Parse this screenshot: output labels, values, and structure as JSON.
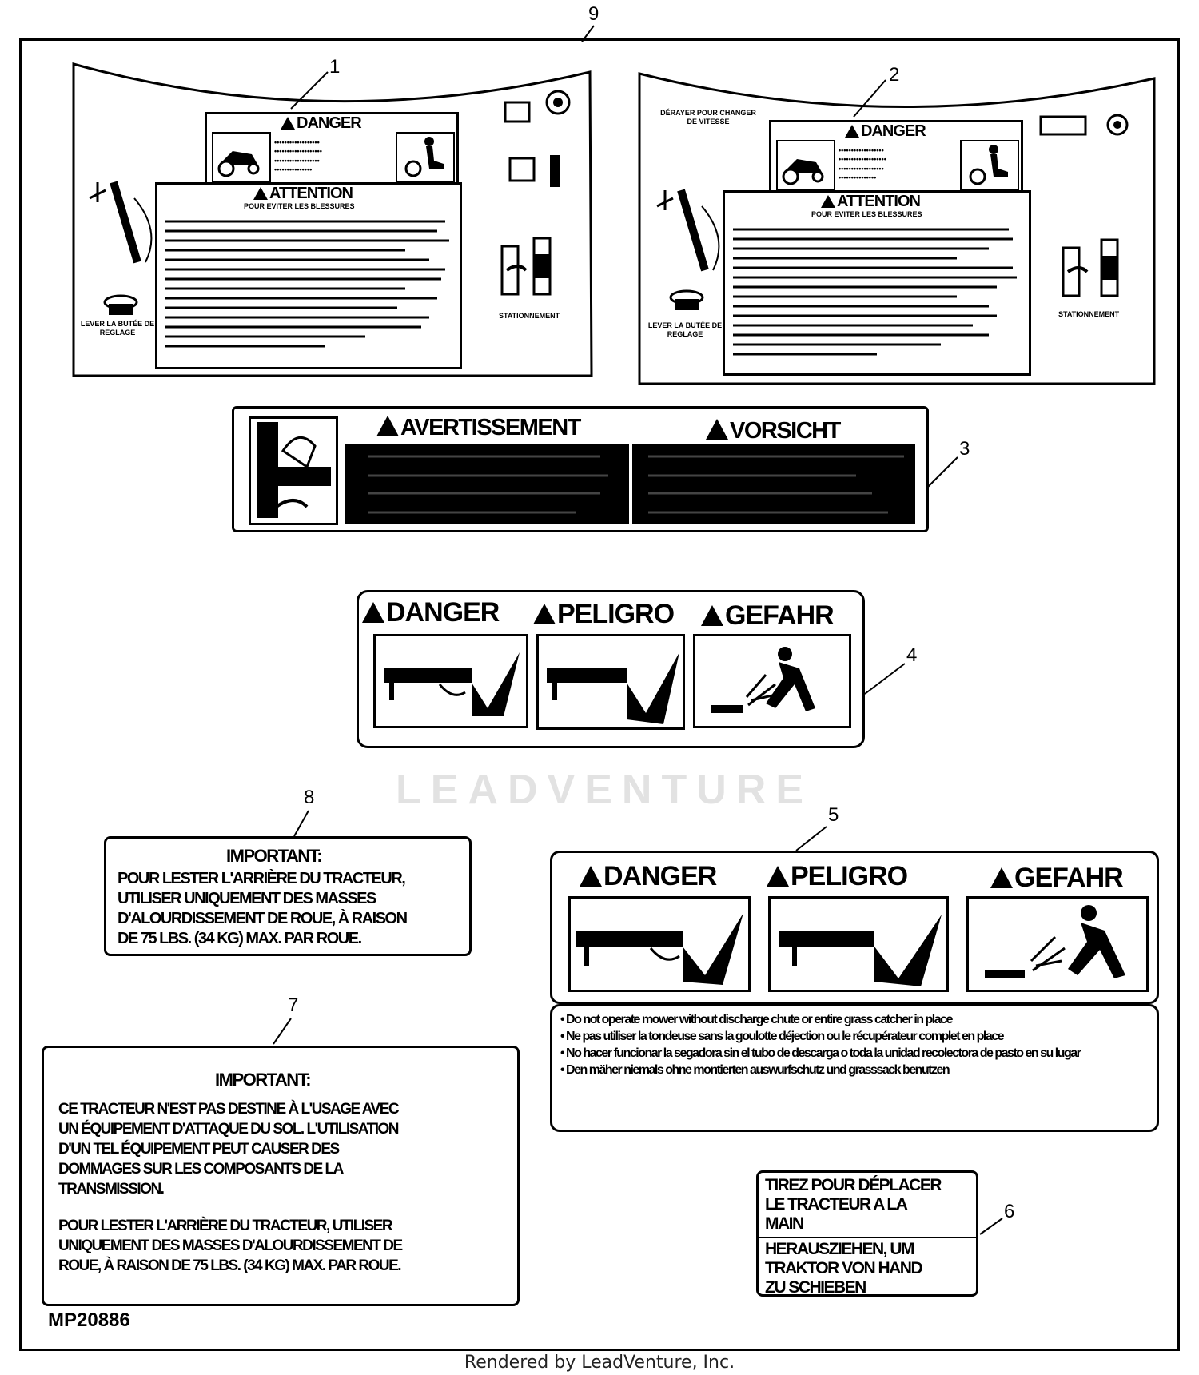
{
  "callouts": [
    "1",
    "2",
    "3",
    "4",
    "5",
    "6",
    "7",
    "8",
    "9"
  ],
  "decal_1": {
    "danger_title": "DANGER",
    "attention_title": "ATTENTION",
    "attention_sub": "POUR EVITER LES BLESSURES",
    "left_caption": "LEVER LA BUTÉE DE REGLAGE",
    "right_caption": "STATIONNEMENT"
  },
  "decal_2": {
    "top_caption": "DÉRAYER POUR CHANGER DE VITESSE",
    "danger_title": "DANGER",
    "attention_title": "ATTENTION",
    "attention_sub": "POUR EVITER LES BLESSURES",
    "left_caption": "LEVER LA BUTÉE DE REGLAGE",
    "right_caption": "STATIONNEMENT"
  },
  "decal_3": {
    "title_left": "AVERTISSEMENT",
    "title_right": "VORSICHT"
  },
  "decal_4": {
    "words": [
      "DANGER",
      "PELIGRO",
      "GEFAHR"
    ]
  },
  "decal_5": {
    "words": [
      "DANGER",
      "PELIGRO",
      "GEFAHR"
    ],
    "lines": [
      "Do not operate mower without discharge chute or entire grass catcher in place",
      "Ne pas utiliser la tondeuse sans la goulotte déjection ou le récupérateur complet en place",
      "No hacer funcionar la segadora sin el tubo de descarga o toda la unidad recolectora de pasto en su lugar",
      "Den mäher niemals ohne montierten auswurfschutz und grasssack benutzen"
    ]
  },
  "decal_6": {
    "fr_lines": [
      "TIREZ POUR DÉPLACER",
      "LE TRACTEUR A LA",
      "MAIN"
    ],
    "de_lines": [
      "HERAUSZIEHEN, UM",
      "TRAKTOR VON HAND",
      "ZU SCHIEBEN"
    ]
  },
  "decal_7": {
    "title": "IMPORTANT:",
    "para1": [
      "CE TRACTEUR N'EST PAS DESTINE À L'USAGE AVEC",
      "UN ÉQUIPEMENT D'ATTAQUE DU SOL. L'UTILISATION",
      "D'UN TEL ÉQUIPEMENT PEUT CAUSER DES",
      "DOMMAGES SUR LES COMPOSANTS DE LA",
      "TRANSMISSION."
    ],
    "para2": [
      "POUR LESTER L'ARRIÈRE DU TRACTEUR, UTILISER",
      "UNIQUEMENT DES MASSES D'ALOURDISSEMENT DE",
      "ROUE, À RAISON DE 75 LBS. (34 KG) MAX. PAR ROUE."
    ]
  },
  "decal_8": {
    "title": "IMPORTANT:",
    "lines": [
      "POUR LESTER L'ARRIÈRE DU TRACTEUR,",
      "UTILISER UNIQUEMENT DES MASSES",
      "D'ALOURDISSEMENT DE ROUE, À RAISON",
      "DE 75 LBS. (34 KG) MAX. PAR ROUE."
    ]
  },
  "part_number": "MP20886",
  "watermark": "LEADVENTURE",
  "footer": "Rendered by LeadVenture, Inc."
}
